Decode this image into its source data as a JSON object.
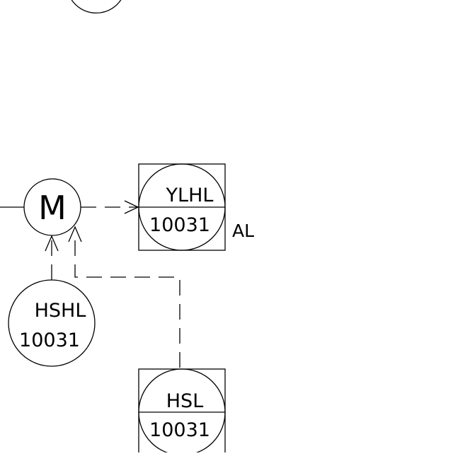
{
  "diagram": {
    "motor": {
      "symbol": "M"
    },
    "ylhl_instrument": {
      "tag": "YLHL",
      "loop": "10031",
      "annotation": "AL"
    },
    "hshl_instrument": {
      "tag": "HSHL",
      "loop": "10031"
    },
    "hsl_instrument": {
      "tag": "HSL",
      "loop": "10031"
    }
  },
  "colors": {
    "line": "#000000",
    "background": "#ffffff"
  }
}
